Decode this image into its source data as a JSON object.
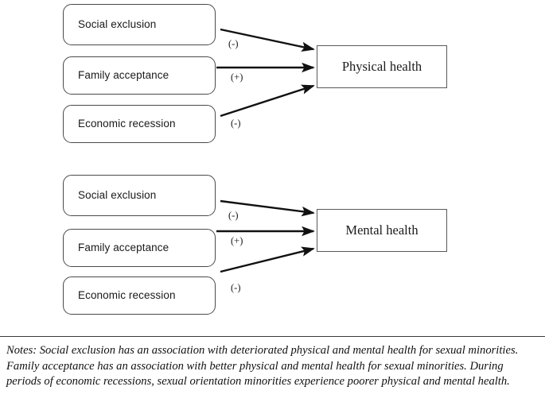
{
  "figure": {
    "type": "conceptual-path-diagram",
    "models": [
      {
        "id": "physical-health-model",
        "outcome": "Physical health",
        "predictors": [
          {
            "label": "Social exclusion",
            "sign": "(-)"
          },
          {
            "label": "Family acceptance",
            "sign": "(+)"
          },
          {
            "label": "Economic recession",
            "sign": "(-)"
          }
        ]
      },
      {
        "id": "mental-health-model",
        "outcome": "Mental health",
        "predictors": [
          {
            "label": "Social exclusion",
            "sign": "(-)"
          },
          {
            "label": "Family acceptance",
            "sign": "(+)"
          },
          {
            "label": "Economic recession",
            "sign": "(-)"
          }
        ]
      }
    ]
  },
  "notes": {
    "text": "Notes: Social exclusion has an association with deteriorated physical and mental health for sexual minorities. Family acceptance has an association with better physical and mental health for sexual minorities. During periods of economic recessions, sexual orientation minorities experience poorer physical and mental health."
  },
  "colors": {
    "source_box_border": "#4a4a4a",
    "outcome_box_border": "#595959",
    "arrow": "#111111",
    "text": "#1a1a1a",
    "rule": "#3a3a3a",
    "background": "#ffffff"
  }
}
